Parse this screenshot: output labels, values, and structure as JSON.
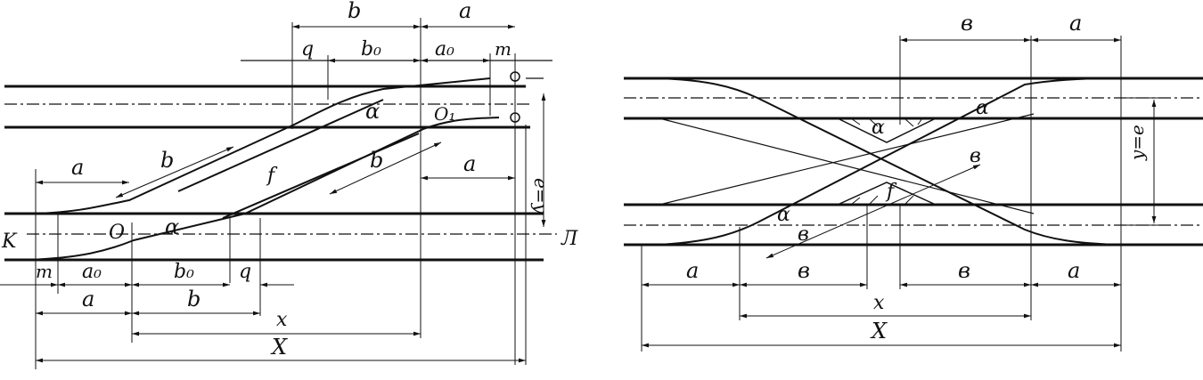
{
  "left": {
    "top": [
      "b",
      "a"
    ],
    "upper": [
      "q",
      "b₀",
      "a₀",
      "m"
    ],
    "points": [
      "O",
      "O₁",
      "K",
      "Л"
    ],
    "angles": [
      "α",
      "α"
    ],
    "inner": [
      "a",
      "b",
      "f",
      "b",
      "a"
    ],
    "height": "e=y",
    "lower": [
      "m",
      "a₀",
      "b₀",
      "q"
    ],
    "dims": [
      "a",
      "b",
      "x",
      "X"
    ]
  },
  "right": {
    "top": [
      "в",
      "a"
    ],
    "angles": [
      "α",
      "α",
      "α"
    ],
    "inner": [
      "в",
      "f",
      "в"
    ],
    "height": "y=e",
    "bottom": [
      "a",
      "в",
      "в",
      "a"
    ],
    "dims": [
      "x",
      "X"
    ]
  }
}
